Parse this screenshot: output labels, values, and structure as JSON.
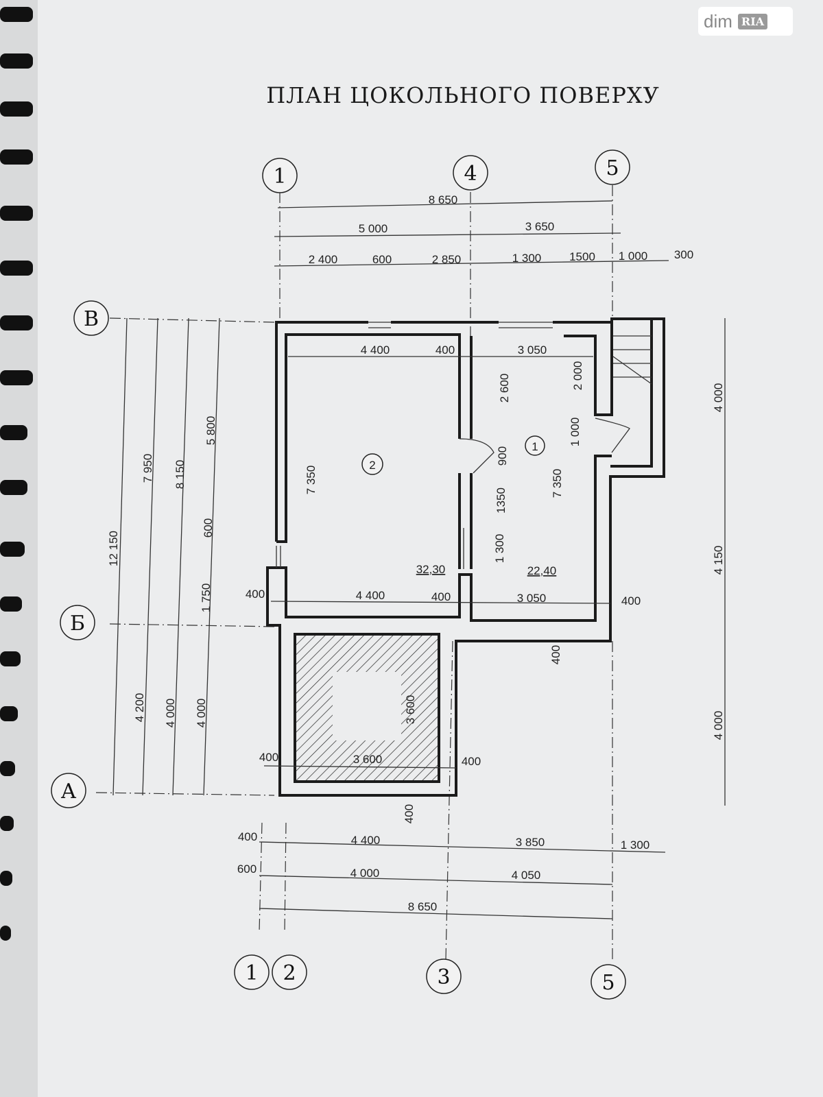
{
  "title": "ПЛАН ЦОКОЛЬНОГО ПОВЕРХУ",
  "watermark": {
    "brand": "dim",
    "mark": "RIA"
  },
  "axes": {
    "top": [
      "1",
      "4",
      "5"
    ],
    "left": [
      "В",
      "Б",
      "А"
    ],
    "bottom": [
      "1",
      "2",
      "3",
      "5"
    ]
  },
  "rooms": [
    {
      "number": "1",
      "area": "22,40"
    },
    {
      "number": "2",
      "area": "32,30"
    }
  ],
  "dims": {
    "top": [
      "8 650",
      "5 000",
      "3 650",
      "2 400",
      "600",
      "2 850",
      "1 300",
      "1500",
      "1 000",
      "300"
    ],
    "left": [
      "12 150",
      "7 950",
      "8 150",
      "5 800",
      "600",
      "1 750",
      "4 200",
      "4 000",
      "4 000"
    ],
    "right": [
      "4 000",
      "4 150",
      "4 000"
    ],
    "inner": [
      "4 400",
      "400",
      "3 050",
      "2 600",
      "2 000",
      "1 000",
      "900",
      "7 350",
      "7 350",
      "1350",
      "1 300",
      "400",
      "4 400",
      "400",
      "3 050",
      "400",
      "400",
      "3 600",
      "400",
      "3 600",
      "400",
      "400"
    ],
    "bottom": [
      "400",
      "4 400",
      "3 850",
      "1 300",
      "600",
      "4 000",
      "4 050",
      "8 650"
    ]
  }
}
